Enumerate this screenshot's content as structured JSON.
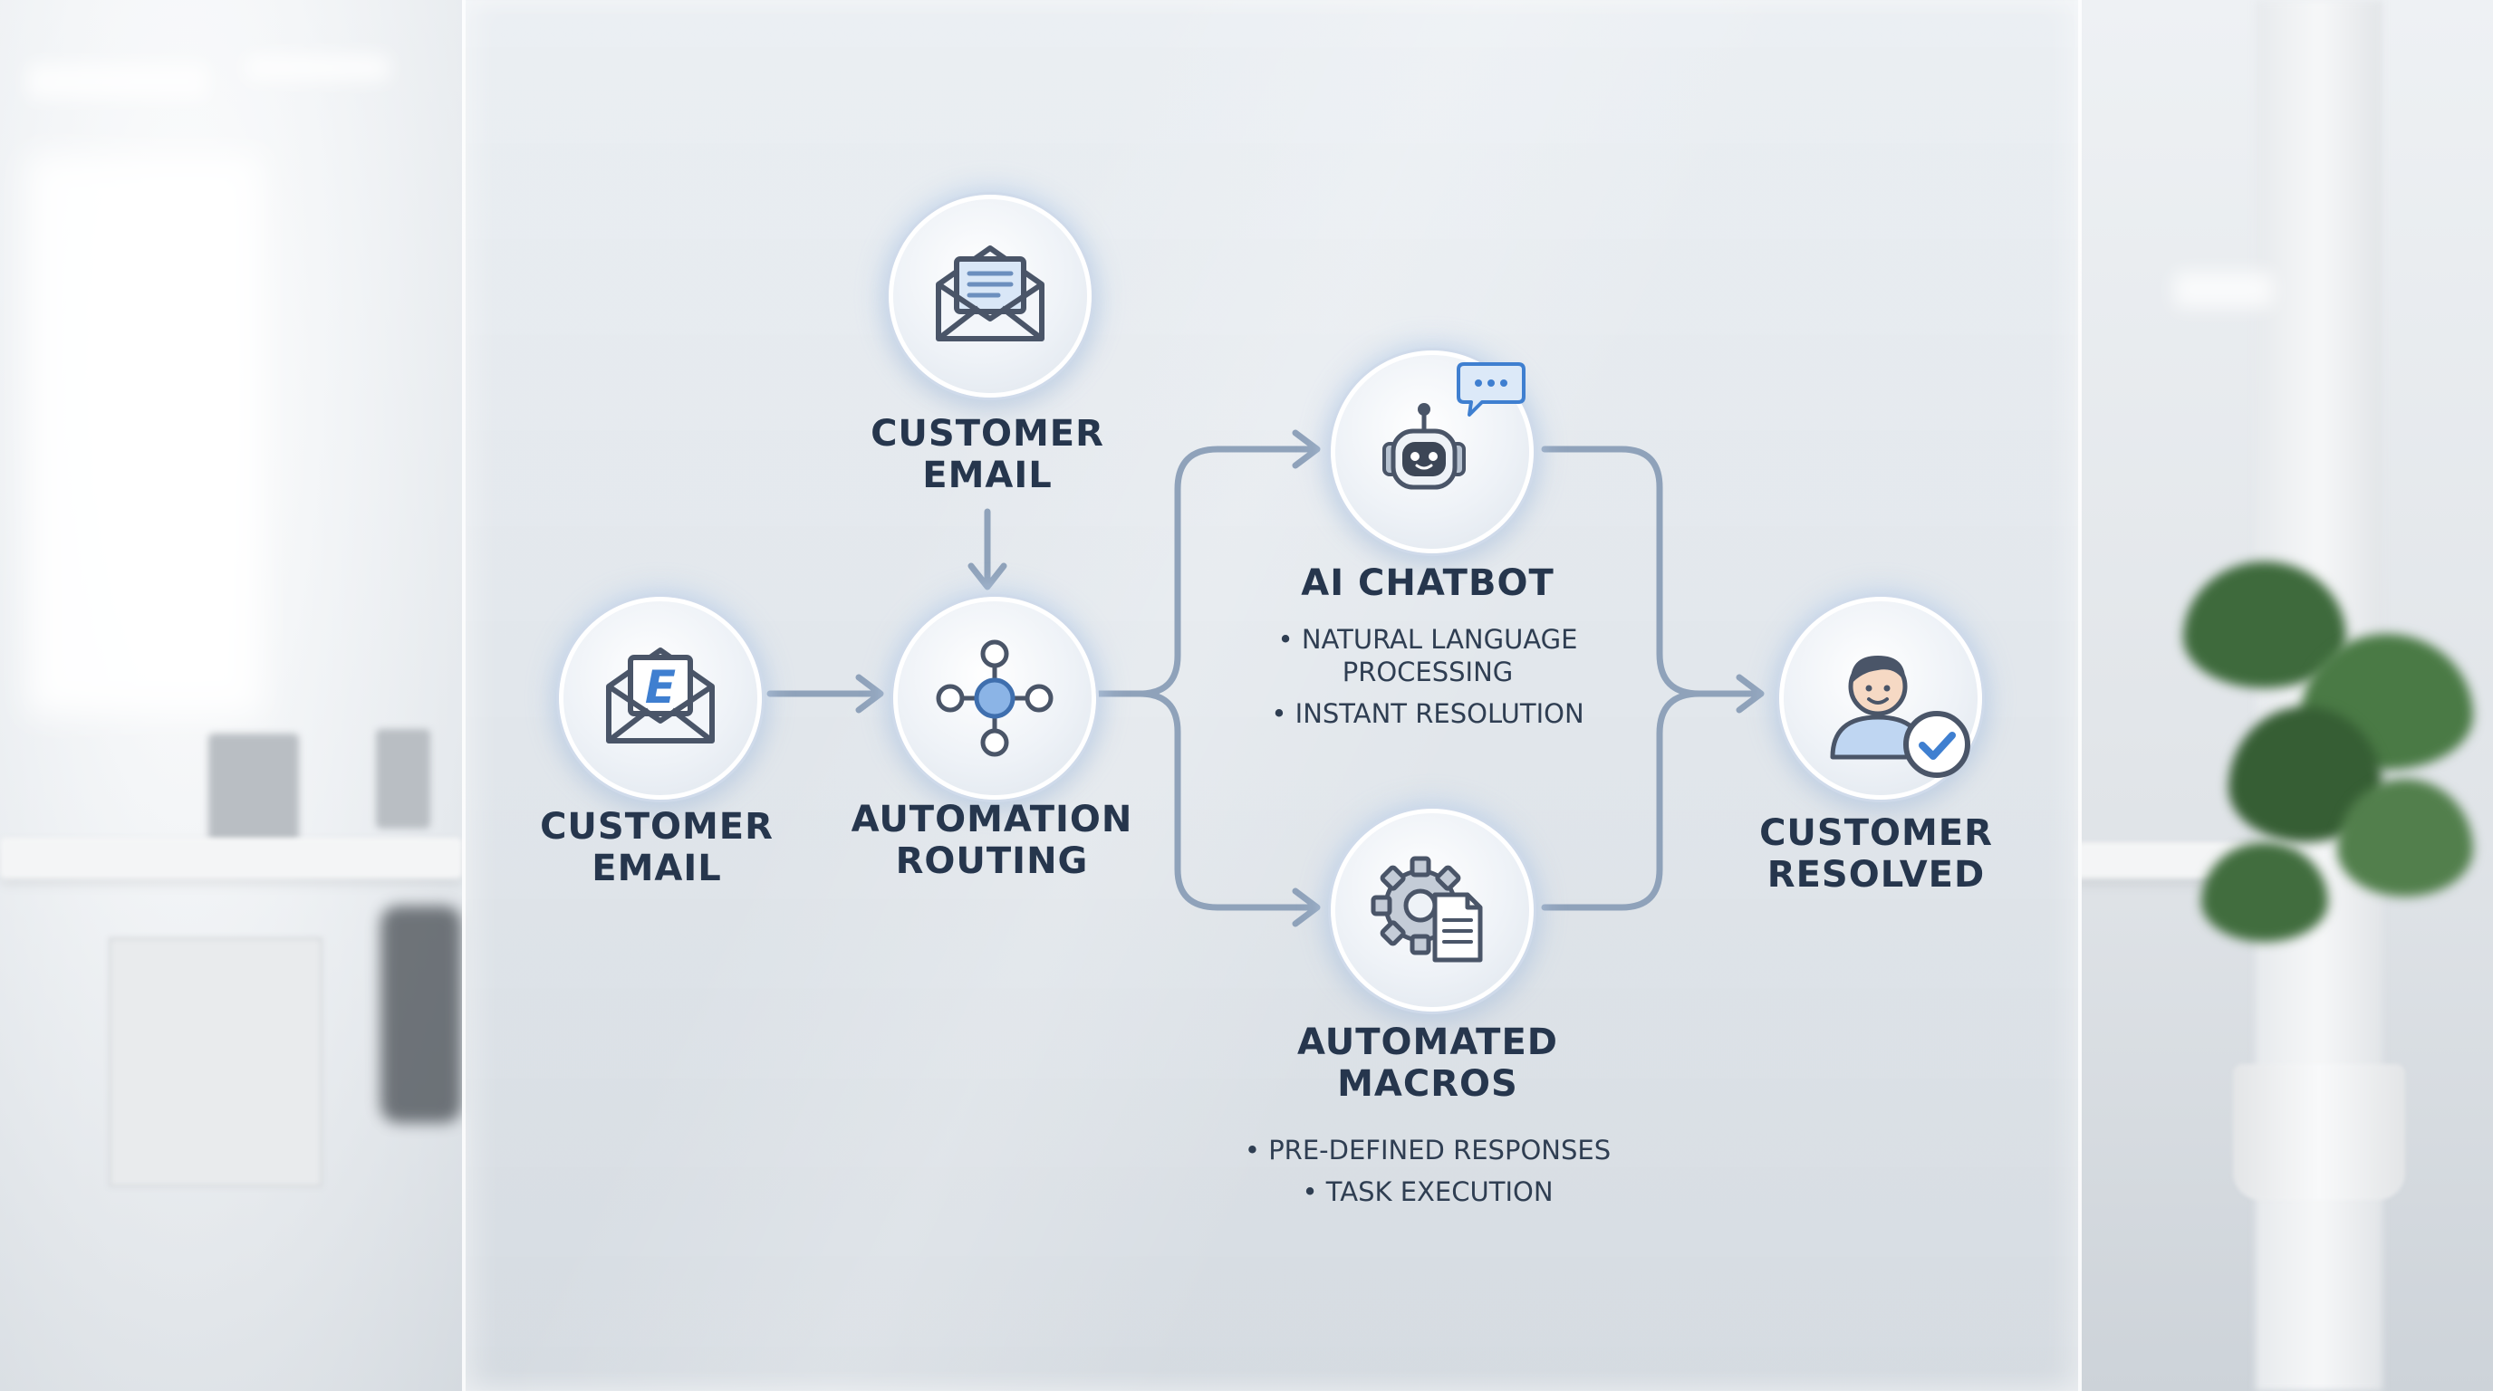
{
  "nodes": {
    "email_top": {
      "label_line1": "CUSTOMER",
      "label_line2": "EMAIL",
      "icon": "open-envelope-icon"
    },
    "email_left": {
      "label_line1": "CUSTOMER",
      "label_line2": "EMAIL",
      "icon": "envelope-e-icon",
      "icon_letter": "E"
    },
    "routing": {
      "label_line1": "AUTOMATION",
      "label_line2": "ROUTING",
      "icon": "network-hub-icon"
    },
    "chatbot": {
      "label": "AI CHATBOT",
      "icon": "robot-chat-icon",
      "bullets": [
        "• NATURAL LANGUAGE",
        "PROCESSING",
        "• INSTANT RESOLUTION"
      ]
    },
    "macros": {
      "label_line1": "AUTOMATED",
      "label_line2": "MACROS",
      "icon": "gear-document-icon",
      "bullets": [
        "• PRE-DEFINED RESPONSES",
        "• TASK EXECUTION"
      ]
    },
    "resolved": {
      "label_line1": "CUSTOMER",
      "label_line2": "RESOLVED",
      "icon": "user-check-icon"
    }
  },
  "colors": {
    "text": "#26364d",
    "arrow": "#8fa2ba",
    "accent": "#3f7fd0",
    "icon_stroke": "#4a5568"
  }
}
